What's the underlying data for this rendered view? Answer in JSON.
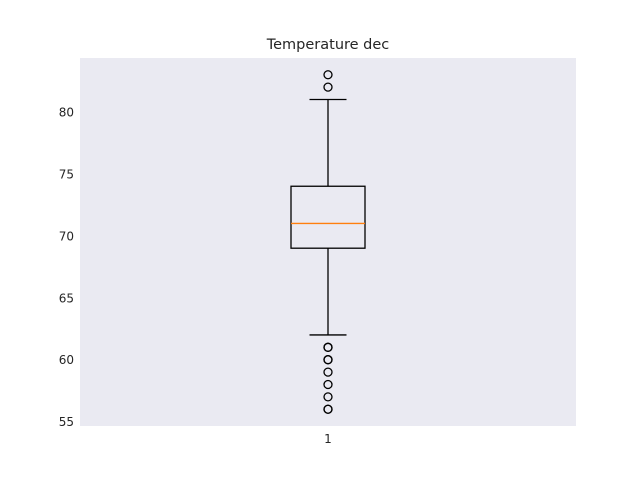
{
  "chart_data": {
    "type": "box",
    "title": "Temperature dec",
    "xlabel": "",
    "ylabel": "",
    "categories": [
      "1"
    ],
    "ylim": [
      54.65,
      84.35
    ],
    "yticks": [
      55,
      60,
      65,
      70,
      75,
      80
    ],
    "grid": false,
    "boxes": [
      {
        "category": "1",
        "q1": 69,
        "median": 71,
        "q3": 74,
        "whisker_low": 62,
        "whisker_high": 81,
        "outliers": [
          56,
          56,
          57,
          58,
          59,
          60,
          60,
          61,
          61,
          82,
          83
        ]
      }
    ],
    "colors": {
      "plot_background": "#eaeaf2",
      "box_edge": "#000000",
      "median": "#ff7f0e",
      "text": "#262626"
    }
  }
}
